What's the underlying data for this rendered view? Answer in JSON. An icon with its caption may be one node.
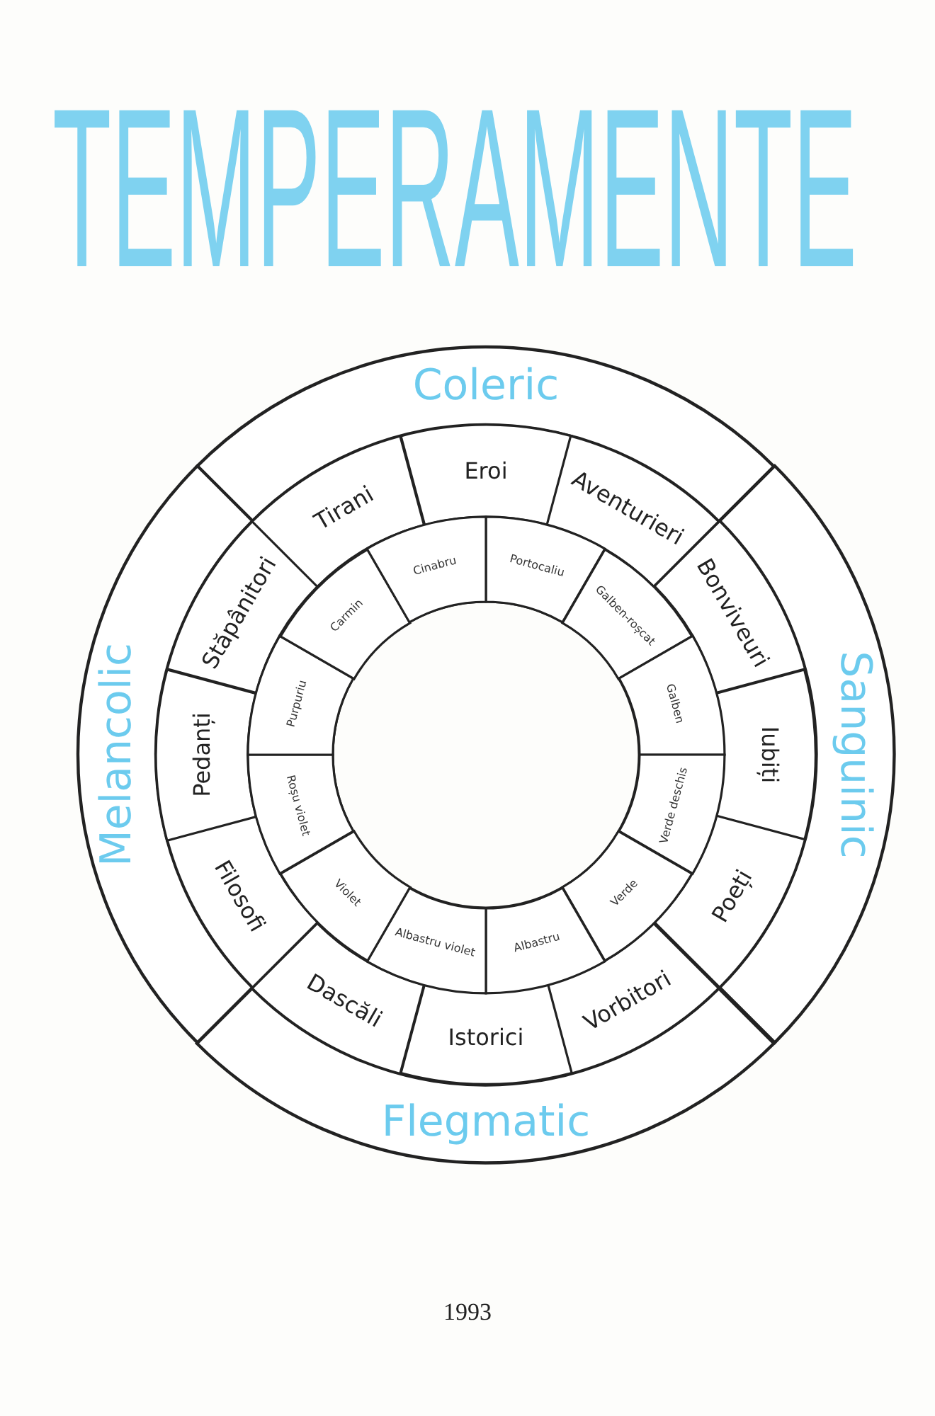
{
  "diagram": {
    "title": "TEMPERAMENTE",
    "nodes": [
      {
        "text": [
          "Coleric"
        ]
      },
      {
        "text": [
          "Sanguinic"
        ]
      },
      {
        "text": [
          "Flegmatic"
        ]
      },
      {
        "text": [
          "Melancolic"
        ]
      },
      {
        "text": [
          "Eroi"
        ]
      },
      {
        "text": [
          "Aventurieri"
        ]
      },
      {
        "text": [
          "Bonviveuri"
        ]
      },
      {
        "text": [
          "Iubiți"
        ]
      },
      {
        "text": [
          "Poeți"
        ]
      },
      {
        "text": [
          "Vorbitori"
        ]
      },
      {
        "text": [
          "Istorici"
        ]
      },
      {
        "text": [
          "Dascăli"
        ]
      },
      {
        "text": [
          "Filosofi"
        ]
      },
      {
        "text": [
          "Pedanți"
        ]
      },
      {
        "text": [
          "Stăpânitori"
        ]
      },
      {
        "text": [
          "Tirani"
        ]
      },
      {
        "text": [
          "Portocaliu"
        ]
      },
      {
        "text": [
          "Galben-roșcat"
        ]
      },
      {
        "text": [
          "Galben"
        ]
      },
      {
        "text": [
          "Verde deschis"
        ]
      },
      {
        "text": [
          "Verde"
        ]
      },
      {
        "text": [
          "Albastru"
        ]
      },
      {
        "text": [
          "Albastru violet"
        ]
      },
      {
        "text": [
          "Violet"
        ]
      },
      {
        "text": [
          "Roșu violet"
        ]
      },
      {
        "text": [
          "Purpuriu"
        ]
      },
      {
        "text": [
          "Carmin"
        ]
      },
      {
        "text": [
          "Cinabru"
        ]
      }
    ],
    "labels": [
      "1993"
    ]
  }
}
